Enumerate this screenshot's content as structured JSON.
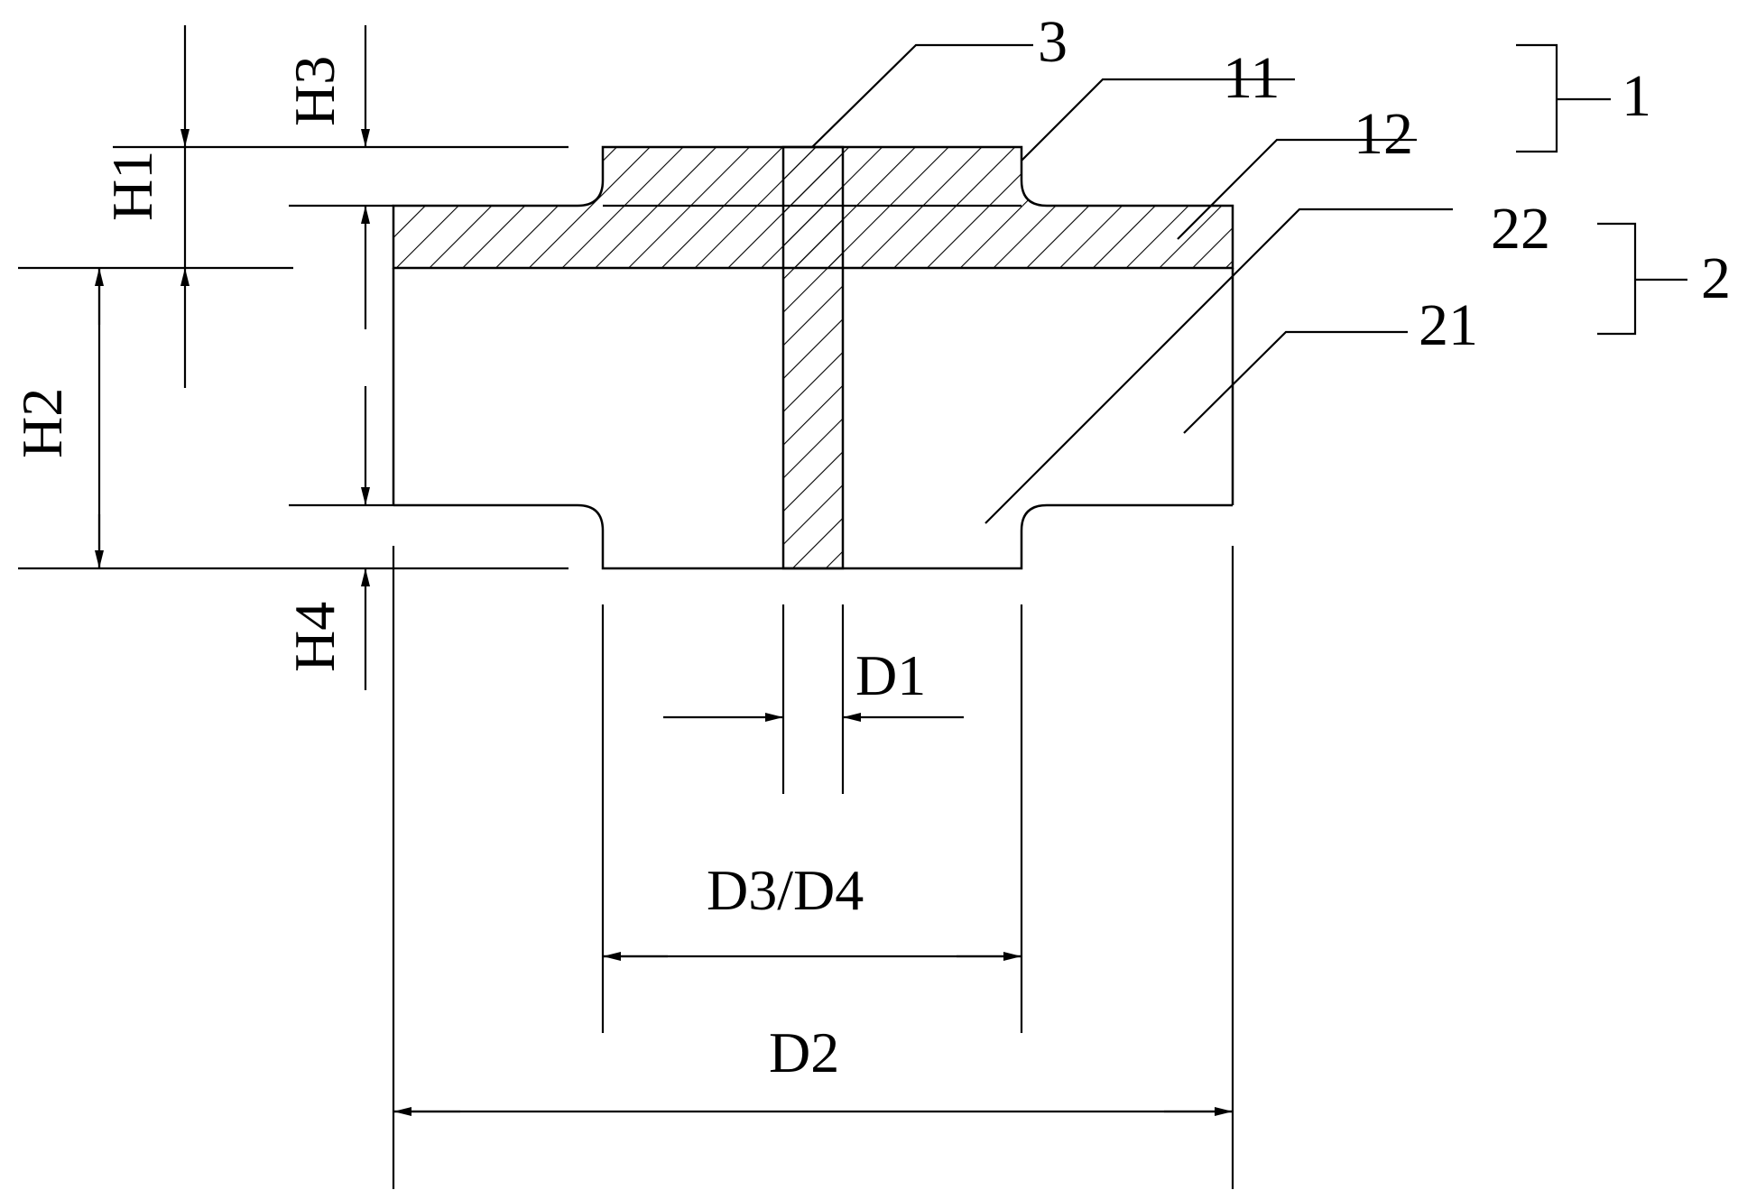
{
  "dimensions": {
    "h1": "H1",
    "h2": "H2",
    "h3": "H3",
    "h4": "H4",
    "d1": "D1",
    "d2": "D2",
    "d3_d4": "D3/D4"
  },
  "callouts": {
    "part_3": "3",
    "part_11": "11",
    "part_12": "12",
    "part_22": "22",
    "part_21": "21",
    "group_1": "1",
    "group_2": "2"
  }
}
